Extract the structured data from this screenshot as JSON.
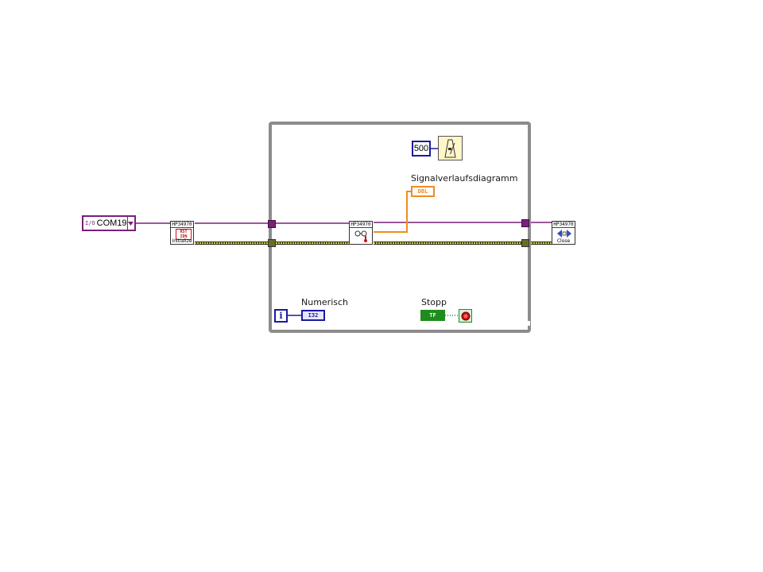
{
  "visa_resource": {
    "value": "COM19",
    "glyph": "I/O"
  },
  "subvis": {
    "initialize": {
      "header": "HP34970",
      "body": "RST IDN",
      "caption": "Initialize"
    },
    "read": {
      "header": "HP34970"
    },
    "close": {
      "header": "HP34970",
      "caption": "Close"
    }
  },
  "wait_constant": {
    "value": "500"
  },
  "indicators": {
    "waveform_chart": {
      "label": "Signalverlaufsdiagramm",
      "type": "DBL"
    },
    "numeric": {
      "label": "Numerisch",
      "type": "I32"
    },
    "stop": {
      "label": "Stopp",
      "type": "TF"
    }
  },
  "iteration": {
    "glyph": "i"
  },
  "colors": {
    "visa_wire": "#7a1f7a",
    "error_wire": "#c8c83c",
    "dbl_wire": "#f08c1e",
    "i32_blue": "#1a1aa0",
    "bool_green": "#1e8c1e",
    "loop_frame": "#8c8c8c"
  }
}
